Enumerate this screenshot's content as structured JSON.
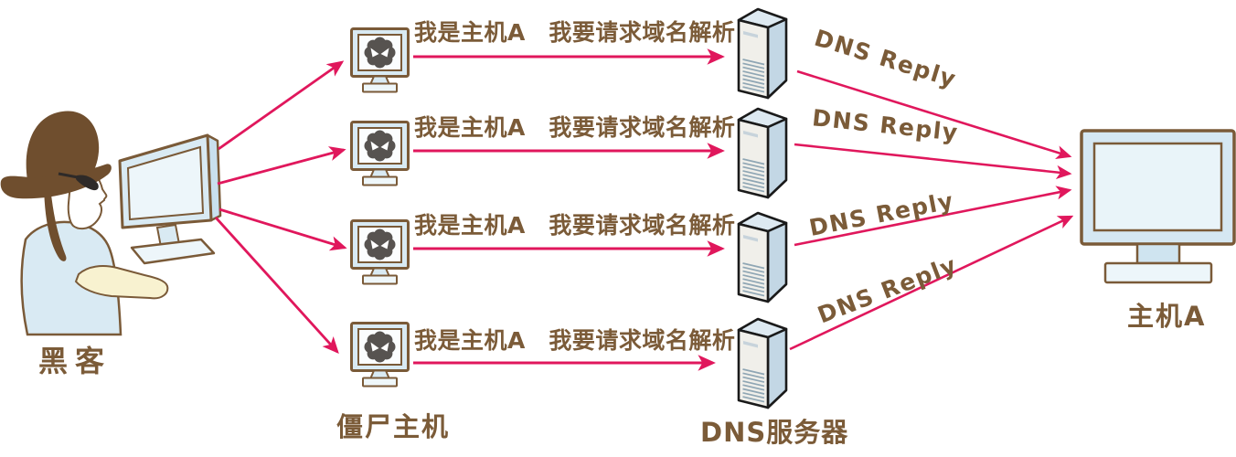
{
  "actors": {
    "hacker_label": "黑客",
    "zombie_label": "僵尸主机",
    "dns_server_label": "DNS服务器",
    "host_label": "主机A"
  },
  "messages": {
    "request": "我是主机A　我要请求域名解析",
    "reply": "DNS Reply"
  },
  "counts": {
    "zombie_hosts": 4,
    "dns_servers": 4
  },
  "colors": {
    "arrow_pink": "#E0175C",
    "text_brown": "#7B5B38",
    "outline_brown": "#7A5A38",
    "monitor_blue": "#D9EAF3",
    "screen_light": "#EDF6FA",
    "server_front": "#F0EFEA",
    "server_side": "#C3D7E5",
    "server_top": "#DDE9F1",
    "server_outline": "#1A1A1A",
    "virus_gray": "#575350",
    "hat_brown": "#6F4E2E",
    "arm_cream": "#F8F2D0"
  }
}
